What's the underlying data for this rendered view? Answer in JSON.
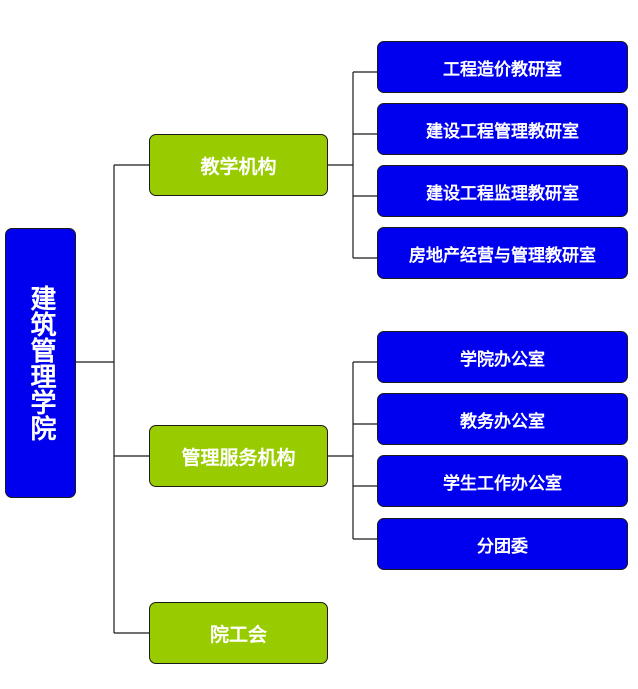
{
  "root": {
    "label": "建筑管理学院"
  },
  "branches": [
    {
      "label": "教学机构",
      "children": [
        "工程造价教研室",
        "建设工程管理教研室",
        "建设工程监理教研室",
        "房地产经营与管理教研室"
      ]
    },
    {
      "label": "管理服务机构",
      "children": [
        "学院办公室",
        "教务办公室",
        "学生工作办公室",
        "分团委"
      ]
    },
    {
      "label": "院工会",
      "children": []
    }
  ],
  "colors": {
    "root_fill": "#0000ee",
    "branch_fill": "#99cc00",
    "leaf_fill": "#0000ee",
    "connector": "#1a1a1a",
    "text": "#ffffff"
  }
}
